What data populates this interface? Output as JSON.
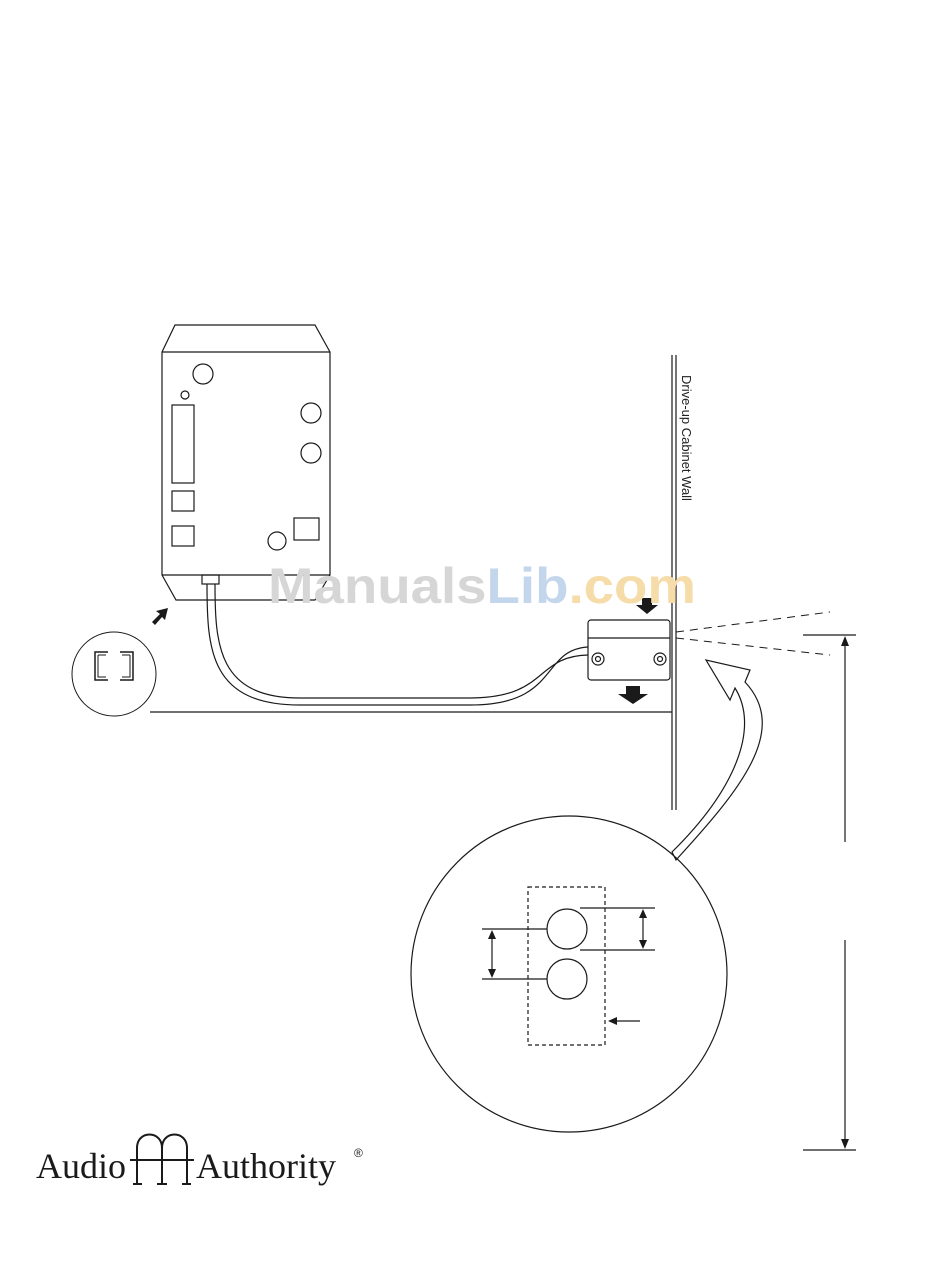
{
  "diagram": {
    "wall_label": "Drive-up Cabinet Wall"
  },
  "watermark": {
    "part1": "Manuals",
    "part2": "Lib",
    "part3": ".com",
    "colors": {
      "grey": "#d6d6d6",
      "blue": "#c4d6ec",
      "orange": "#f6dca8"
    }
  },
  "logo": {
    "left": "Audio",
    "right": "Authority",
    "mark": "®"
  }
}
